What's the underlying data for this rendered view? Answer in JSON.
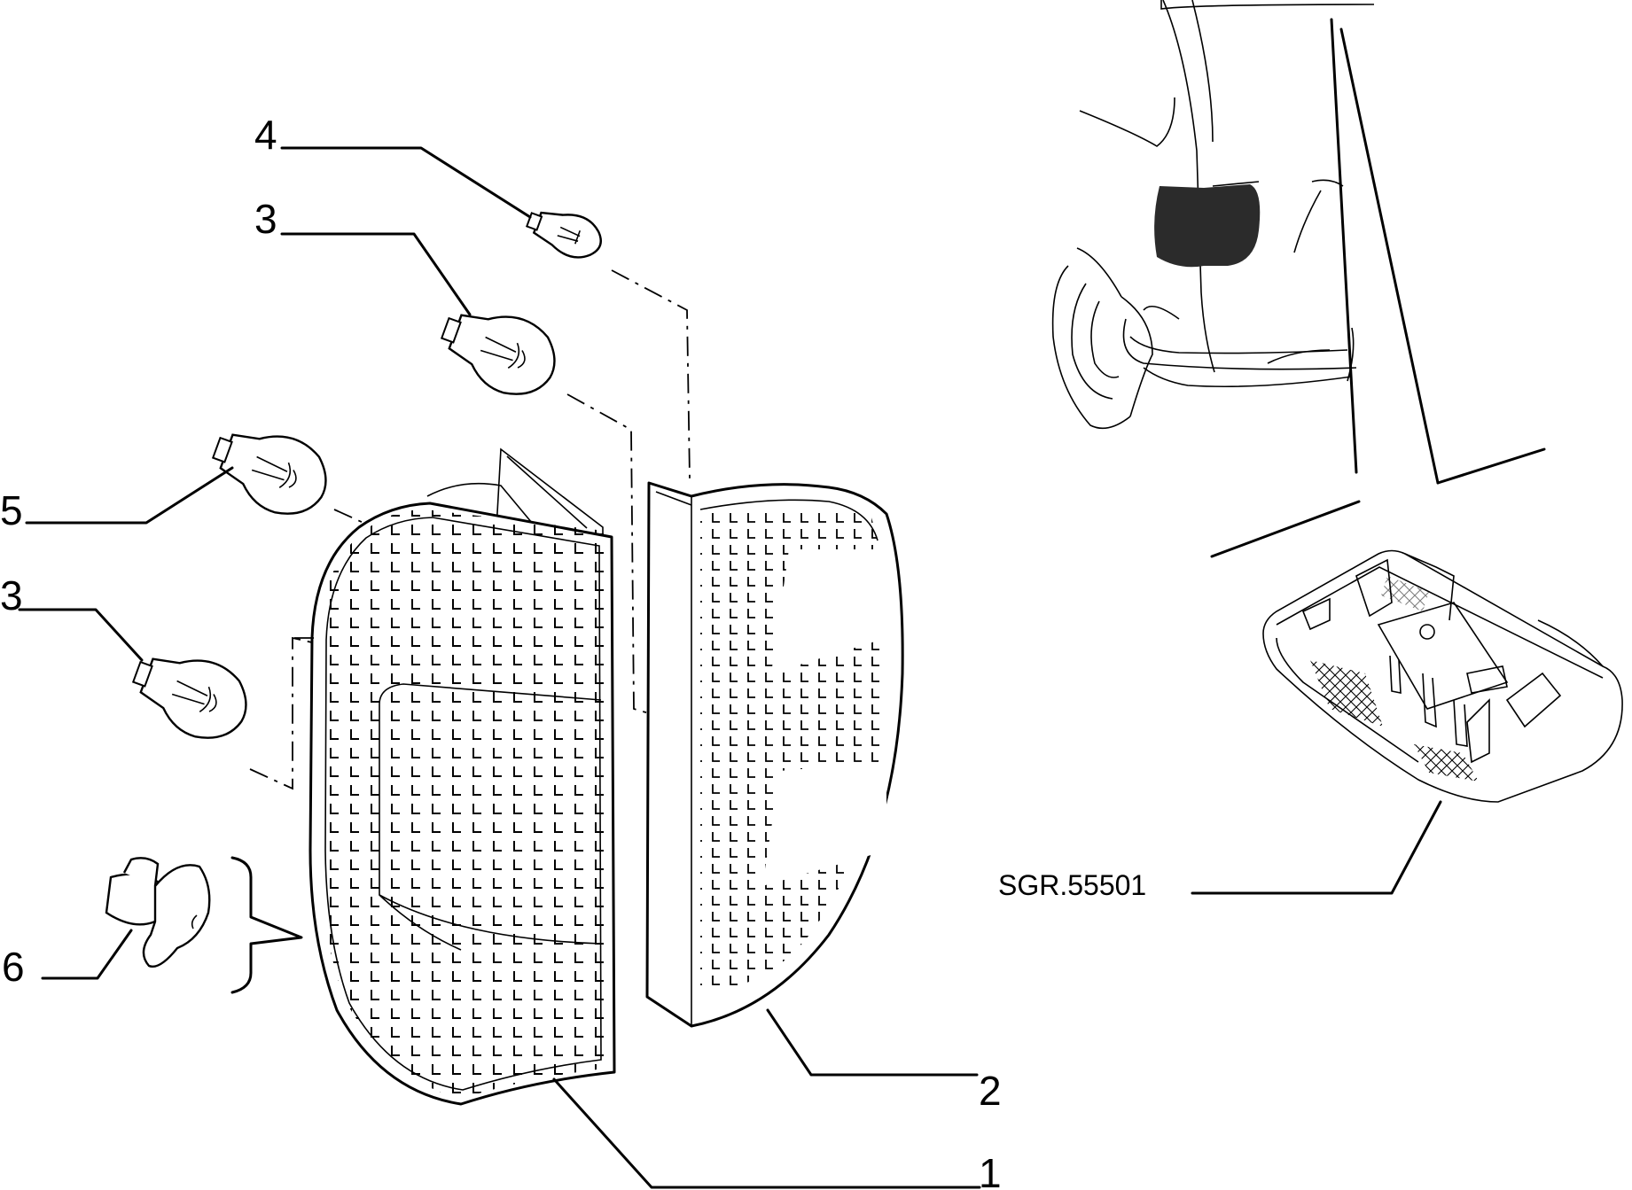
{
  "callouts": {
    "c1": "1",
    "c2": "2",
    "c3a": "3",
    "c3b": "3",
    "c4": "4",
    "c5": "5",
    "c6": "6"
  },
  "reference_code": "SGR.55501",
  "colors": {
    "ink": "#000000",
    "paper": "#ffffff",
    "lamp_highlight": "#2b2b2b"
  }
}
